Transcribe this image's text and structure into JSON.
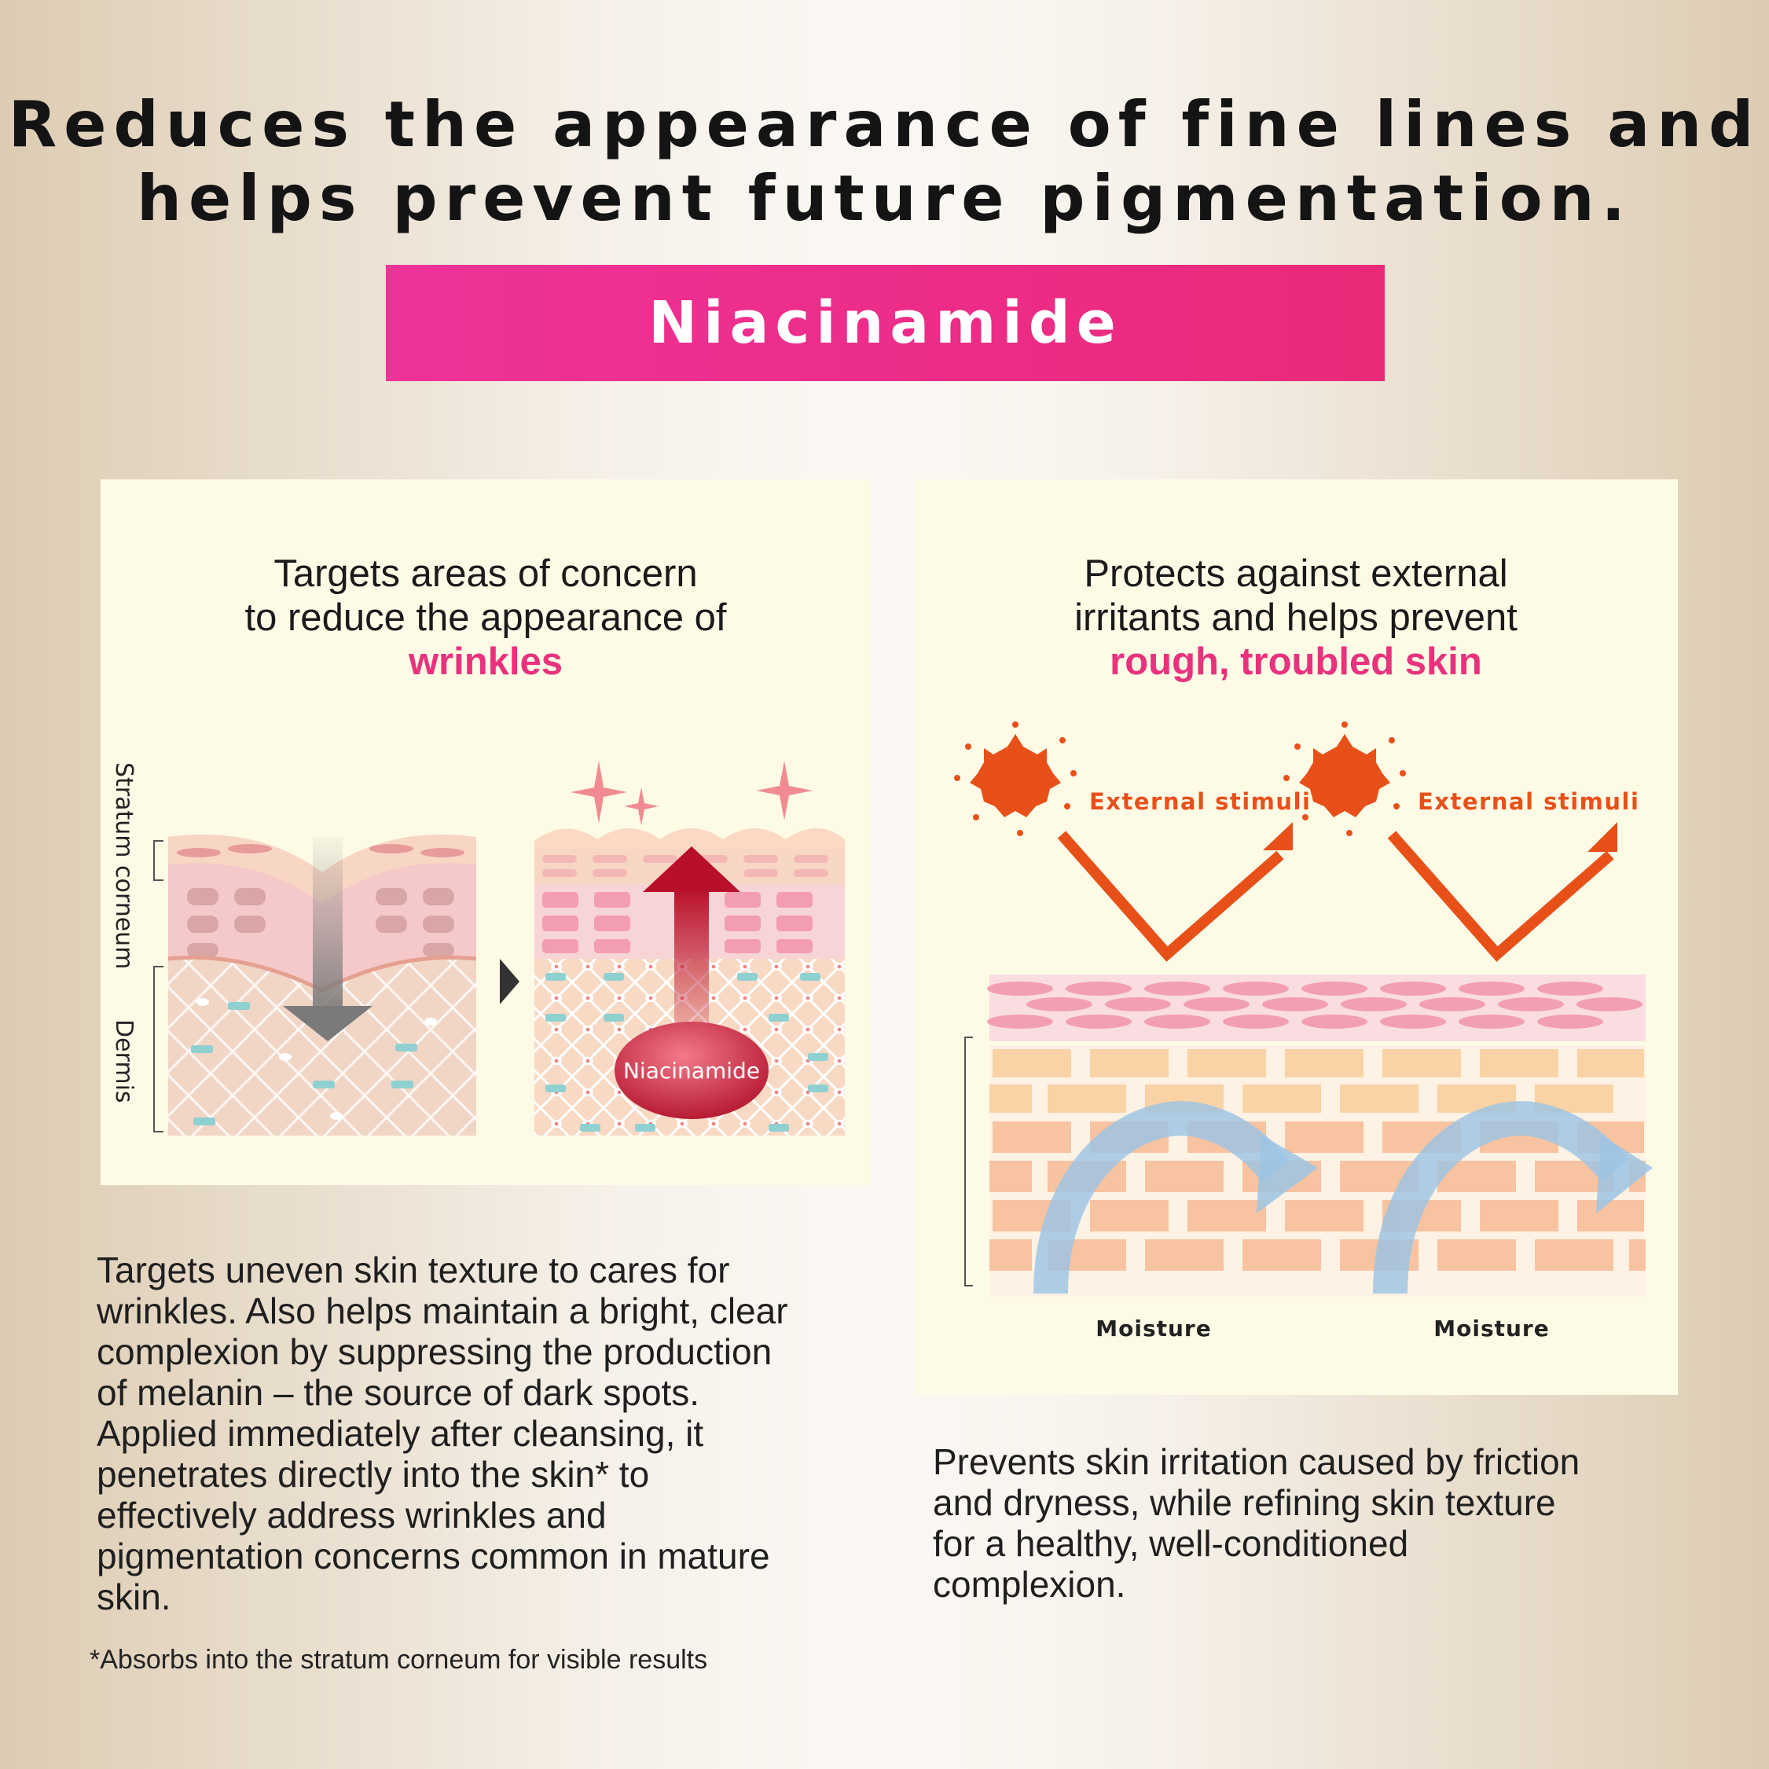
{
  "headline": {
    "line1": "Reduces the appearance of fine lines and",
    "line2": "helps prevent future pigmentation."
  },
  "ingredient_badge": "Niacinamide",
  "left_panel": {
    "title_line1": "Targets areas of concern",
    "title_line2": "to reduce the appearance of",
    "title_accent": "wrinkles",
    "layer_label_top": "Stratum corneum",
    "layer_label_bottom": "Dermis",
    "bubble_label": "Niacinamide"
  },
  "right_panel": {
    "title_line1": "Protects against external",
    "title_line2": "irritants and helps prevent",
    "title_accent": "rough, troubled skin",
    "stimuli_label_1": "External stimuli",
    "stimuli_label_2": "External stimuli",
    "moisture_label_1": "Moisture",
    "moisture_label_2": "Moisture"
  },
  "left_body": [
    "Targets uneven skin texture to cares for",
    "wrinkles. Also helps maintain a bright, clear",
    "complexion by suppressing the production",
    "of melanin – the source of dark spots.",
    "Applied immediately after cleansing, it",
    "penetrates directly into the skin* to",
    "effectively address wrinkles and",
    "pigmentation concerns common in mature",
    "skin."
  ],
  "right_body": [
    "Prevents skin irritation caused by friction",
    "and dryness, while refining skin texture",
    "for a healthy, well-conditioned",
    "complexion."
  ],
  "footnote": "*Absorbs into the stratum corneum for visible results",
  "colors": {
    "accent_pink": "#e8327d",
    "badge_pink": "#ee3399",
    "stimuli_orange": "#e8501a",
    "arrow_red": "#c0142a",
    "moisture_blue": "#9cc4e4",
    "panel_cream": "#fdfbe6"
  }
}
